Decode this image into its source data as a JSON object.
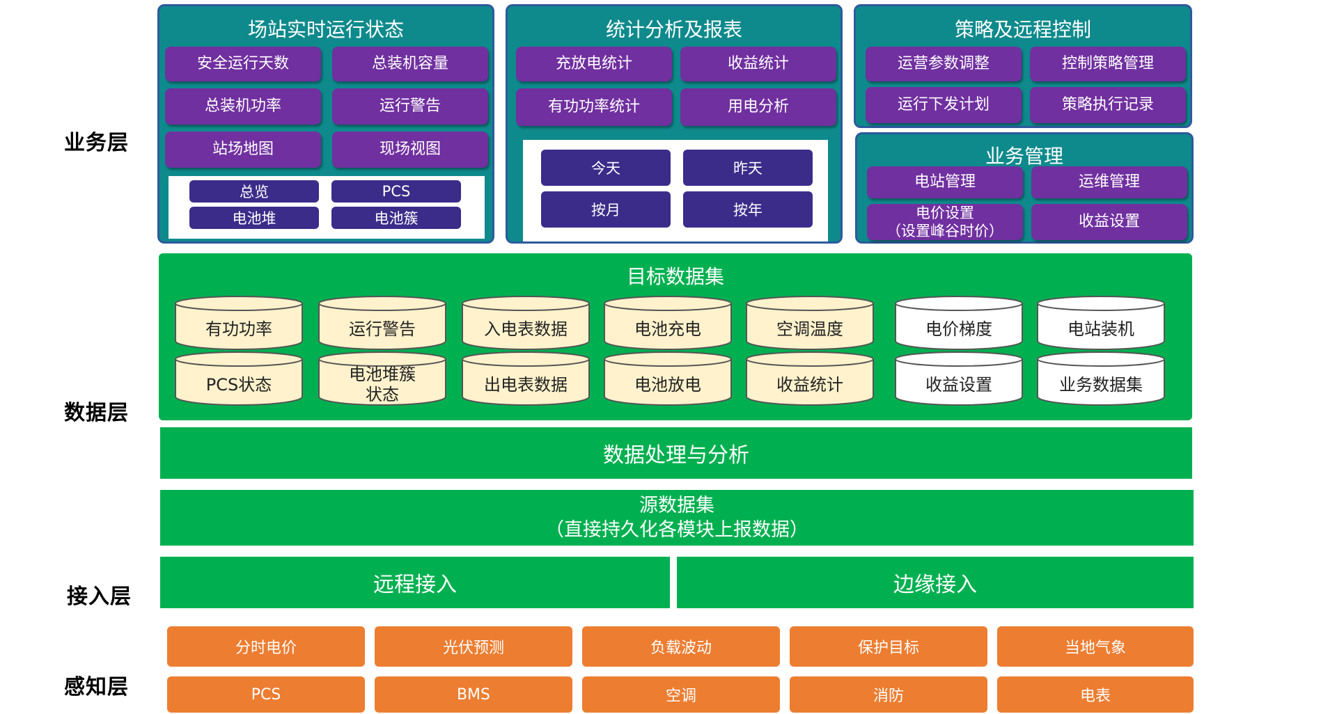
{
  "layers": {
    "business": "业务层",
    "data": "数据层",
    "access": "接入层",
    "perception": "感知层"
  },
  "station_status": {
    "title": "场站实时运行状态",
    "items": [
      "安全运行天数",
      "总装机容量",
      "总装机功率",
      "运行警告",
      "站场地图",
      "现场视图"
    ],
    "nav": [
      "总览",
      "PCS",
      "电池堆",
      "电池簇"
    ]
  },
  "statistics": {
    "title": "统计分析及报表",
    "items": [
      "充放电统计",
      "收益统计",
      "有功功率统计",
      "用电分析"
    ],
    "periods": [
      "今天",
      "昨天",
      "按月",
      "按年"
    ]
  },
  "strategy": {
    "title": "策略及远程控制",
    "items": [
      "运营参数调整",
      "控制策略管理",
      "运行下发计划",
      "策略执行记录"
    ]
  },
  "business_mgmt": {
    "title": "业务管理",
    "items": [
      "电站管理",
      "运维管理",
      "电价设置\n（设置峰谷时价）",
      "收益设置"
    ]
  },
  "target_dataset": {
    "title": "目标数据集",
    "top_row": [
      "有功功率",
      "运行警告",
      "入电表数据",
      "电池充电",
      "空调温度",
      "电价梯度",
      "电站装机"
    ],
    "bottom_row": [
      "PCS状态",
      "电池堆簇\n状态",
      "出电表数据",
      "电池放电",
      "收益统计",
      "收益设置",
      "业务数据集"
    ]
  },
  "processing": "数据处理与分析",
  "source_dataset": {
    "title": "源数据集",
    "subtitle": "（直接持久化各模块上报数据）"
  },
  "access": {
    "remote": "远程接入",
    "edge": "边缘接入"
  },
  "perception": {
    "row1": [
      "分时电价",
      "光伏预测",
      "负载波动",
      "保护目标",
      "当地气象"
    ],
    "row2": [
      "PCS",
      "BMS",
      "空调",
      "消防",
      "电表"
    ]
  },
  "colors": {
    "panel": "#0f8a8c",
    "panel_border": "#2d5a9c",
    "purple": "#7030a0",
    "navy": "#3b2c8a",
    "green": "#00b050",
    "cylinder_fill": "#fff2cc",
    "cylinder_white": "#ffffff",
    "orange": "#ed7d31"
  }
}
